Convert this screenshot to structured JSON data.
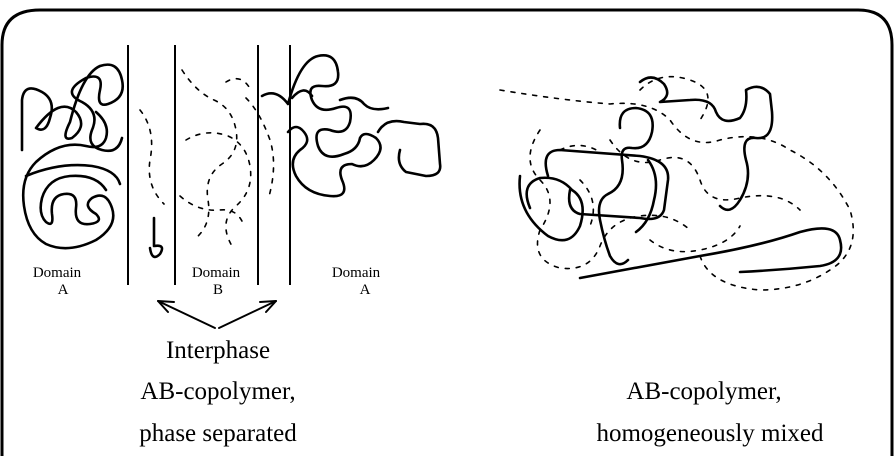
{
  "left_panel": {
    "domain_a_left": {
      "title": "Domain",
      "letter": "A"
    },
    "domain_b": {
      "title": "Domain",
      "letter": "B"
    },
    "domain_a_right": {
      "title": "Domain",
      "letter": "A"
    },
    "interphase_label": "Interphase",
    "caption_line1": "AB-copolymer,",
    "caption_line2": "phase separated"
  },
  "right_panel": {
    "caption_line1": "AB-copolymer,",
    "caption_line2": "homogeneously mixed"
  }
}
